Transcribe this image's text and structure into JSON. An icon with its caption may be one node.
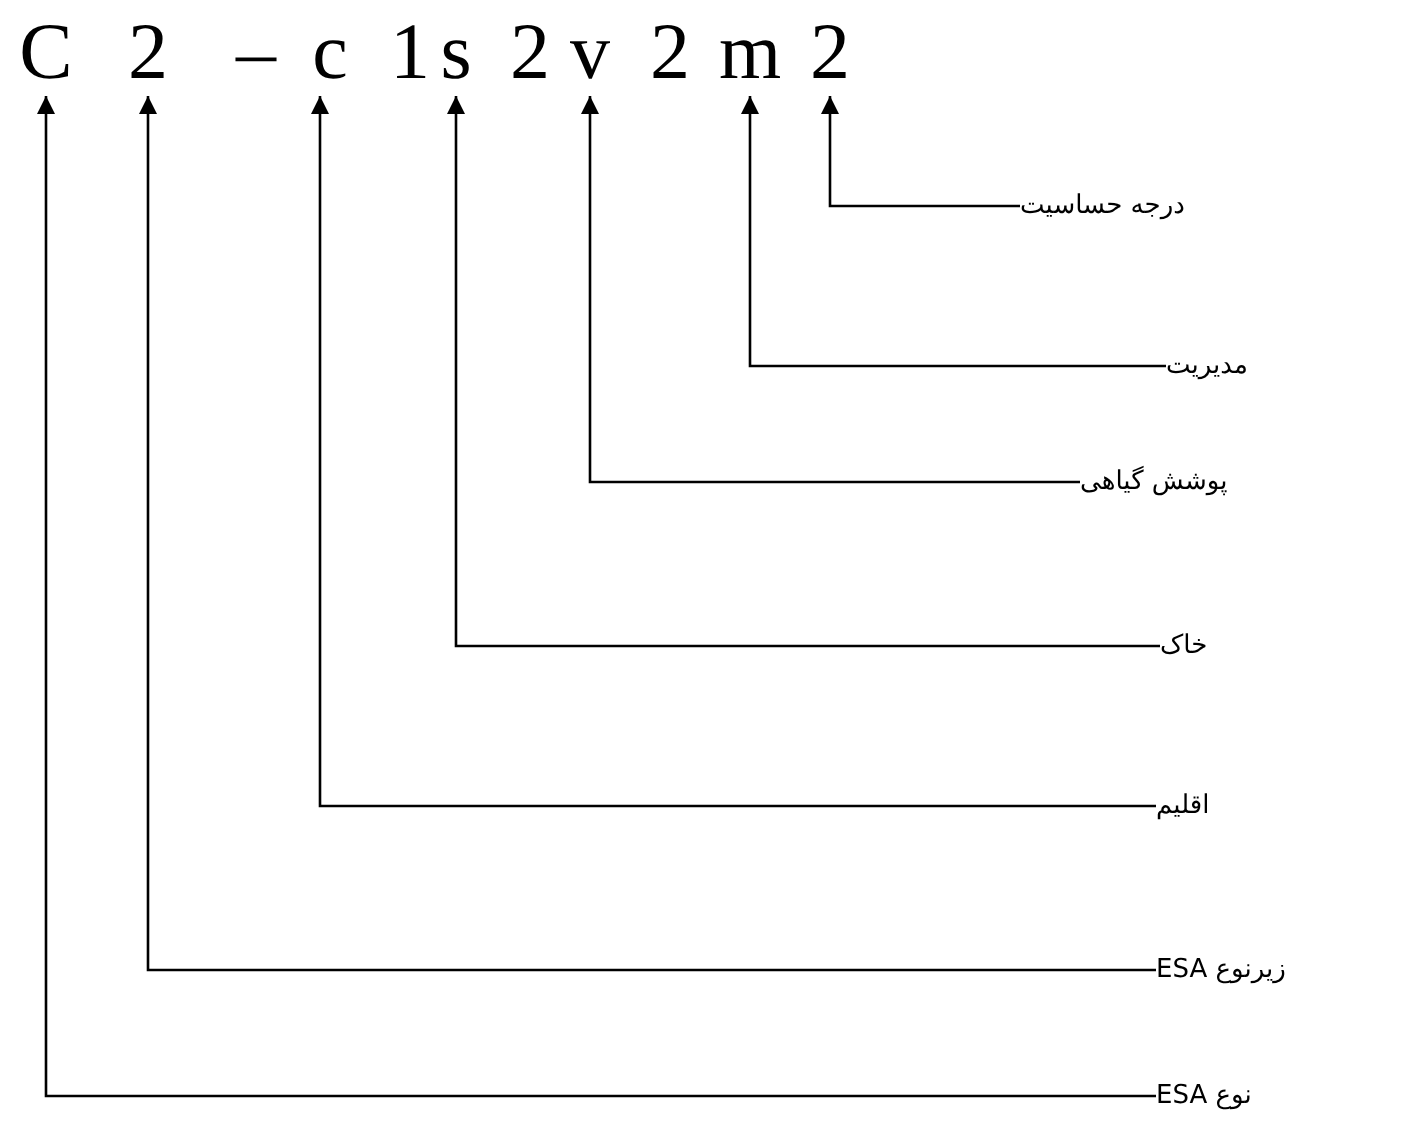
{
  "diagram": {
    "nodes": [
      {
        "text": [
          "C"
        ]
      },
      {
        "text": [
          "2"
        ]
      },
      {
        "text": [
          "c"
        ]
      },
      {
        "text": [
          "s"
        ]
      },
      {
        "text": [
          "v"
        ]
      },
      {
        "text": [
          "m"
        ]
      },
      {
        "text": [
          "2"
        ]
      },
      {
        "text": [
          "درجه حساسیت"
        ]
      },
      {
        "text": [
          "مدیریت"
        ]
      },
      {
        "text": [
          "پوشش گیاهی"
        ]
      },
      {
        "text": [
          "خاک"
        ]
      },
      {
        "text": [
          "اقلیم"
        ]
      },
      {
        "text": [
          "زیرنوع ESA"
        ]
      },
      {
        "text": [
          "نوع ESA"
        ]
      }
    ],
    "edges": [
      {
        "from": 7,
        "to": 6,
        "arrow": "to"
      },
      {
        "from": 8,
        "to": 5,
        "arrow": "to"
      },
      {
        "from": 9,
        "to": 4,
        "arrow": "to"
      },
      {
        "from": 10,
        "to": 3,
        "arrow": "to"
      },
      {
        "from": 11,
        "to": 2,
        "arrow": "to"
      },
      {
        "from": 12,
        "to": 1,
        "arrow": "to"
      },
      {
        "from": 13,
        "to": 0,
        "arrow": "to"
      }
    ],
    "labels": [
      "–",
      "1",
      "2",
      "2"
    ]
  }
}
